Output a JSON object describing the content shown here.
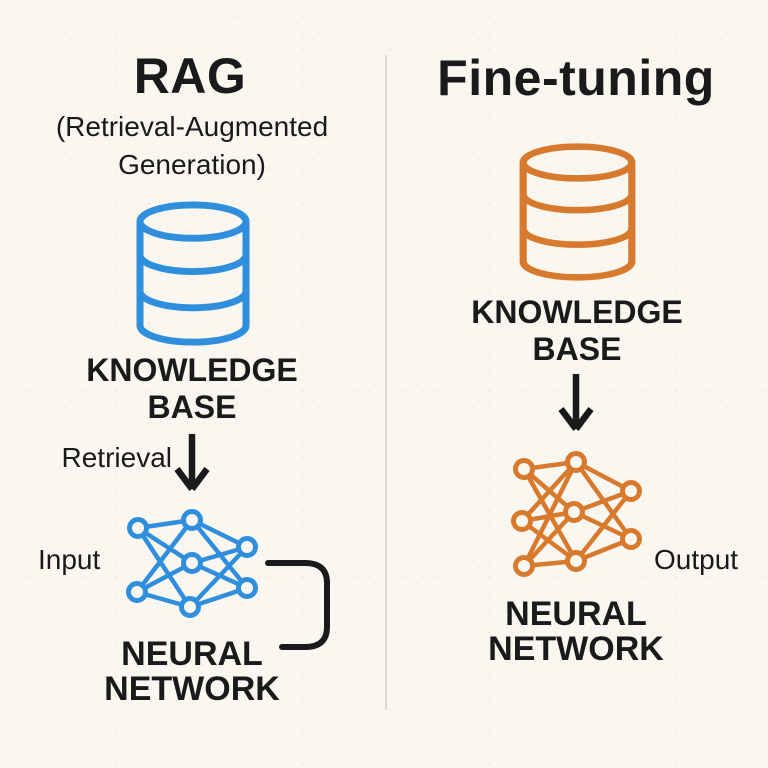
{
  "canvas": {
    "background": "#faf7f1",
    "text_color": "#1a1a1a",
    "divider_color": "#dbdad5"
  },
  "left": {
    "title": "RAG",
    "subtitle_line1": "(Retrieval-Augmented",
    "subtitle_line2": "Generation)",
    "accent_color": "#2f8fdc",
    "db_icon": "database-cylinder-icon",
    "db_label_line1": "KNOWLEDGE",
    "db_label_line2": "BASE",
    "arrow_label": "Retrieval",
    "arrow_icon": "down-arrow-icon",
    "input_label": "Input",
    "network_icon": "neural-network-icon",
    "network_label_line1": "NEURAL",
    "network_label_line2": "NETWORK",
    "bracket_icon": "output-loop-bracket"
  },
  "right": {
    "title": "Fine-tuning",
    "accent_color": "#d87a2e",
    "db_icon": "database-cylinder-icon",
    "db_label_line1": "KNOWLEDGE",
    "db_label_line2": "BASE",
    "arrow_icon": "down-arrow-icon",
    "output_label": "Output",
    "network_icon": "neural-network-icon",
    "network_label_line1": "NEURAL",
    "network_label_line2": "NETWORK"
  }
}
